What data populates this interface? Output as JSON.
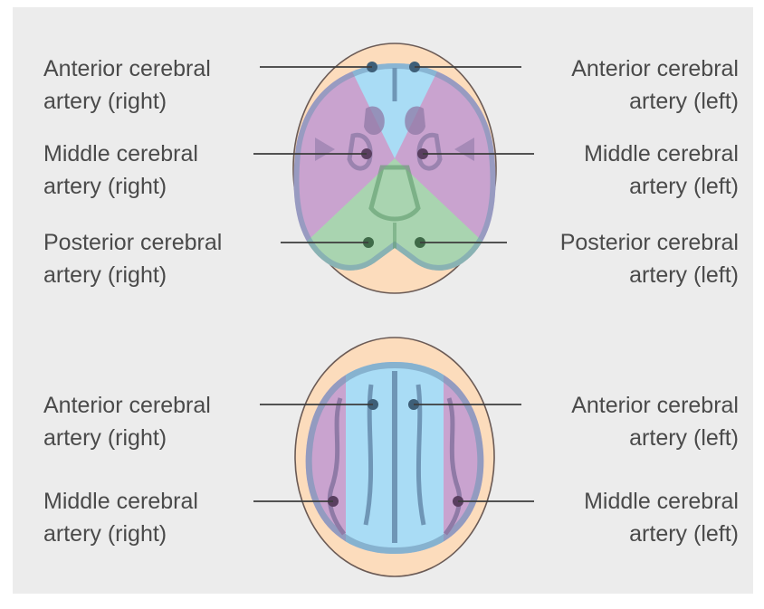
{
  "colors": {
    "panel_background": "#ececec",
    "skull": "#fcdcbc",
    "anterior_territory": "#a9dcf5",
    "middle_territory": "#c9a3cf",
    "posterior_territory": "#a9d4b0",
    "gyri_shading": "#6f96b6",
    "label_text": "#4a4a4a",
    "leader_line": "#3c3c3c"
  },
  "upper_section": {
    "labels": [
      {
        "side": "right",
        "line1": "Anterior cerebral",
        "line2": "artery (right)"
      },
      {
        "side": "left",
        "line1": "Anterior cerebral",
        "line2": "artery (left)"
      },
      {
        "side": "right",
        "line1": "Middle cerebral",
        "line2": "artery (right)"
      },
      {
        "side": "left",
        "line1": "Middle cerebral",
        "line2": "artery (left)"
      },
      {
        "side": "right",
        "line1": "Posterior cerebral",
        "line2": "artery (right)"
      },
      {
        "side": "left",
        "line1": "Posterior cerebral",
        "line2": "artery (left)"
      }
    ]
  },
  "lower_section": {
    "labels": [
      {
        "side": "right",
        "line1": "Anterior cerebral",
        "line2": "artery (right)"
      },
      {
        "side": "left",
        "line1": "Anterior cerebral",
        "line2": "artery (left)"
      },
      {
        "side": "right",
        "line1": "Middle cerebral",
        "line2": "artery (right)"
      },
      {
        "side": "left",
        "line1": "Middle cerebral",
        "line2": "artery (left)"
      }
    ]
  }
}
